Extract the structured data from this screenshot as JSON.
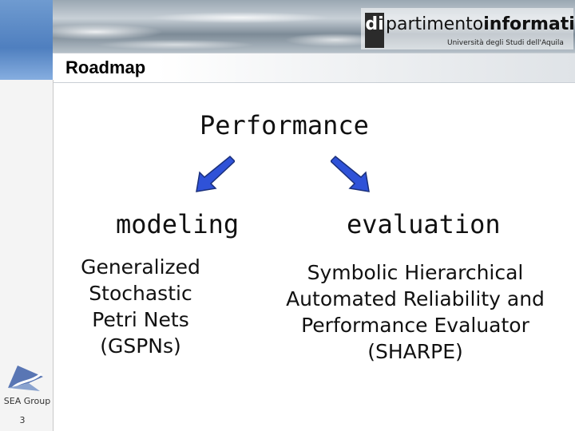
{
  "header": {
    "logo_di": "di",
    "logo_regular": "partimento",
    "logo_bold": "informatica",
    "logo_sub": "Università degli Studi dell'Aquila"
  },
  "slide": {
    "title": "Roadmap",
    "heading": "Performance",
    "left": {
      "label": "modeling",
      "desc_lines": [
        "Generalized",
        "Stochastic",
        "Petri Nets",
        "(GSPNs)"
      ]
    },
    "right": {
      "label": "evaluation",
      "desc_lines": [
        "Symbolic Hierarchical",
        "Automated Reliability and",
        "Performance Evaluator",
        "(SHARPE)"
      ]
    },
    "arrow_color": "#2f52d8"
  },
  "footer": {
    "group_label": "SEA Group",
    "page_number": "3"
  }
}
